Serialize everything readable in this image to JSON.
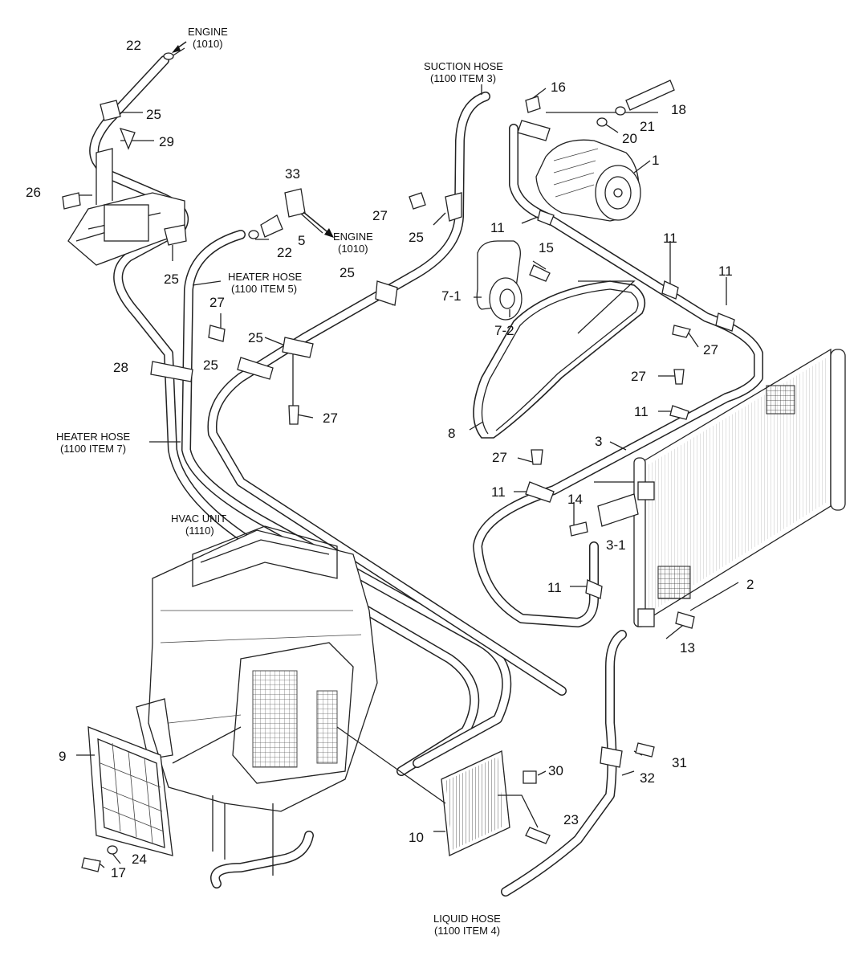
{
  "callouts": [
    {
      "id": "c1",
      "text": "1"
    },
    {
      "id": "c2",
      "text": "2"
    },
    {
      "id": "c3",
      "text": "3"
    },
    {
      "id": "c3_1",
      "text": "3-1"
    },
    {
      "id": "c5",
      "text": "5"
    },
    {
      "id": "c7_1",
      "text": "7-1"
    },
    {
      "id": "c7_2",
      "text": "7-2"
    },
    {
      "id": "c8",
      "text": "8"
    },
    {
      "id": "c9",
      "text": "9"
    },
    {
      "id": "c10",
      "text": "10"
    },
    {
      "id": "c11",
      "text": "11"
    },
    {
      "id": "c13",
      "text": "13"
    },
    {
      "id": "c14",
      "text": "14"
    },
    {
      "id": "c15",
      "text": "15"
    },
    {
      "id": "c16",
      "text": "16"
    },
    {
      "id": "c17",
      "text": "17"
    },
    {
      "id": "c18",
      "text": "18"
    },
    {
      "id": "c20",
      "text": "20"
    },
    {
      "id": "c21",
      "text": "21"
    },
    {
      "id": "c22",
      "text": "22"
    },
    {
      "id": "c23",
      "text": "23"
    },
    {
      "id": "c24",
      "text": "24"
    },
    {
      "id": "c25",
      "text": "25"
    },
    {
      "id": "c26",
      "text": "26"
    },
    {
      "id": "c27",
      "text": "27"
    },
    {
      "id": "c28",
      "text": "28"
    },
    {
      "id": "c29",
      "text": "29"
    },
    {
      "id": "c30",
      "text": "30"
    },
    {
      "id": "c31",
      "text": "31"
    },
    {
      "id": "c32",
      "text": "32"
    },
    {
      "id": "c33",
      "text": "33"
    }
  ],
  "refs": {
    "engine_top": {
      "line1": "ENGINE",
      "line2": "(1010)"
    },
    "engine_mid": {
      "line1": "ENGINE",
      "line2": "(1010)"
    },
    "suction_hose": {
      "line1": "SUCTION HOSE",
      "line2": "(1100 ITEM 3)"
    },
    "heater_hose_5": {
      "line1": "HEATER HOSE",
      "line2": "(1100 ITEM 5)"
    },
    "heater_hose_7": {
      "line1": "HEATER HOSE",
      "line2": "(1100 ITEM 7)"
    },
    "hvac_unit": {
      "line1": "HVAC UNIT",
      "line2": "(1110)"
    },
    "liquid_hose": {
      "line1": "LIQUID HOSE",
      "line2": "(1100 ITEM 4)"
    }
  }
}
